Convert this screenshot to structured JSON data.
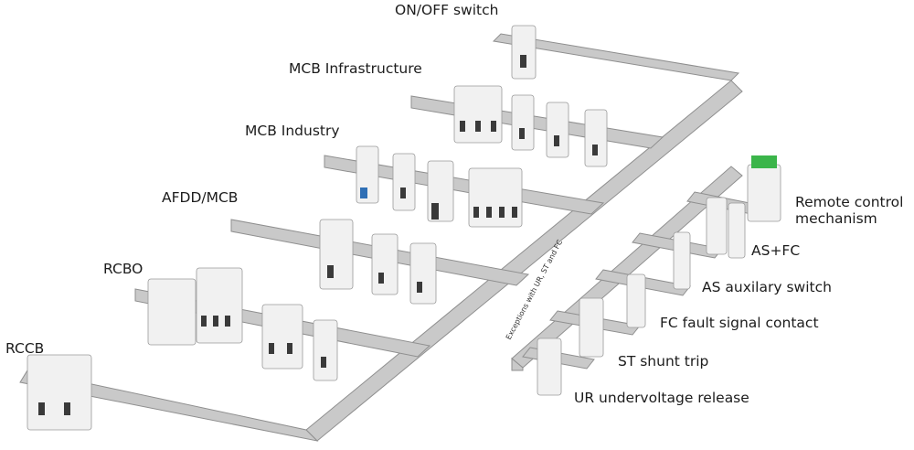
{
  "labels": {
    "on_off": "ON/OFF switch",
    "mcb_infra": "MCB Infrastructure",
    "mcb_industry": "MCB Industry",
    "afdd": "AFDD/MCB",
    "rcbo": "RCBO",
    "rccb": "RCCB",
    "remote_1": "Remote control",
    "remote_2": "mechanism",
    "as_fc": "AS+FC",
    "as_aux": "AS auxilary switch",
    "fc_fault": "FC fault signal contact",
    "st_shunt": "ST shunt trip",
    "ur_under": "UR undervoltage release",
    "exceptions": "Exceptions with UR, ST and FC"
  },
  "colors": {
    "rail": "#c9c9c9",
    "device": "#f1f1f1",
    "accent_green": "#3bb54a",
    "accent_blue": "#2f6fb5"
  }
}
